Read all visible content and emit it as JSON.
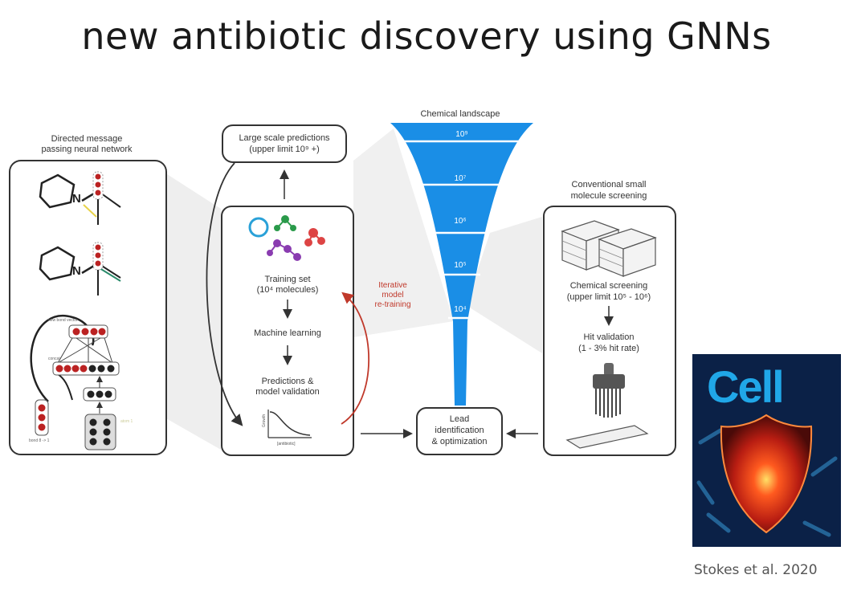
{
  "title": "new antibiotic discovery using GNNs",
  "citation": "Stokes et al. 2020",
  "journal_cover_word": "Cell",
  "colors": {
    "funnel_blue": "#1a8ee6",
    "retraining_red": "#c0392b",
    "box_stroke": "#333333"
  },
  "diagram": {
    "left_panel": {
      "title_line1": "Directed message",
      "title_line2": "passing neural network",
      "atom_label": "N",
      "tiny_labels": [
        "new bond vector",
        "concat",
        "bond 8 -> 1",
        "atom 1"
      ]
    },
    "middle_panel": {
      "top_box_line1": "Large scale predictions",
      "top_box_line2": "(upper limit 10⁹ +)",
      "training_line1": "Training set",
      "training_line2": "(10⁴ molecules)",
      "ml": "Machine learning",
      "pred_line1": "Predictions &",
      "pred_line2": "model validation",
      "curve_y": "Growth",
      "curve_x": "[antibiotic]"
    },
    "retraining": {
      "line1": "Iterative",
      "line2": "model",
      "line3": "re-training"
    },
    "funnel": {
      "title": "Chemical landscape",
      "levels": [
        "10⁹",
        "10⁷",
        "10⁶",
        "10⁵",
        "10⁴"
      ]
    },
    "lead": {
      "line1": "Lead",
      "line2": "identification",
      "line3": "& optimization"
    },
    "right_panel": {
      "title_line1": "Conventional small",
      "title_line2": "molecule screening",
      "screen_line1": "Chemical screening",
      "screen_line2": "(upper limit 10⁵ - 10⁶)",
      "hit_line1": "Hit validation",
      "hit_line2": "(1 - 3% hit rate)"
    }
  }
}
